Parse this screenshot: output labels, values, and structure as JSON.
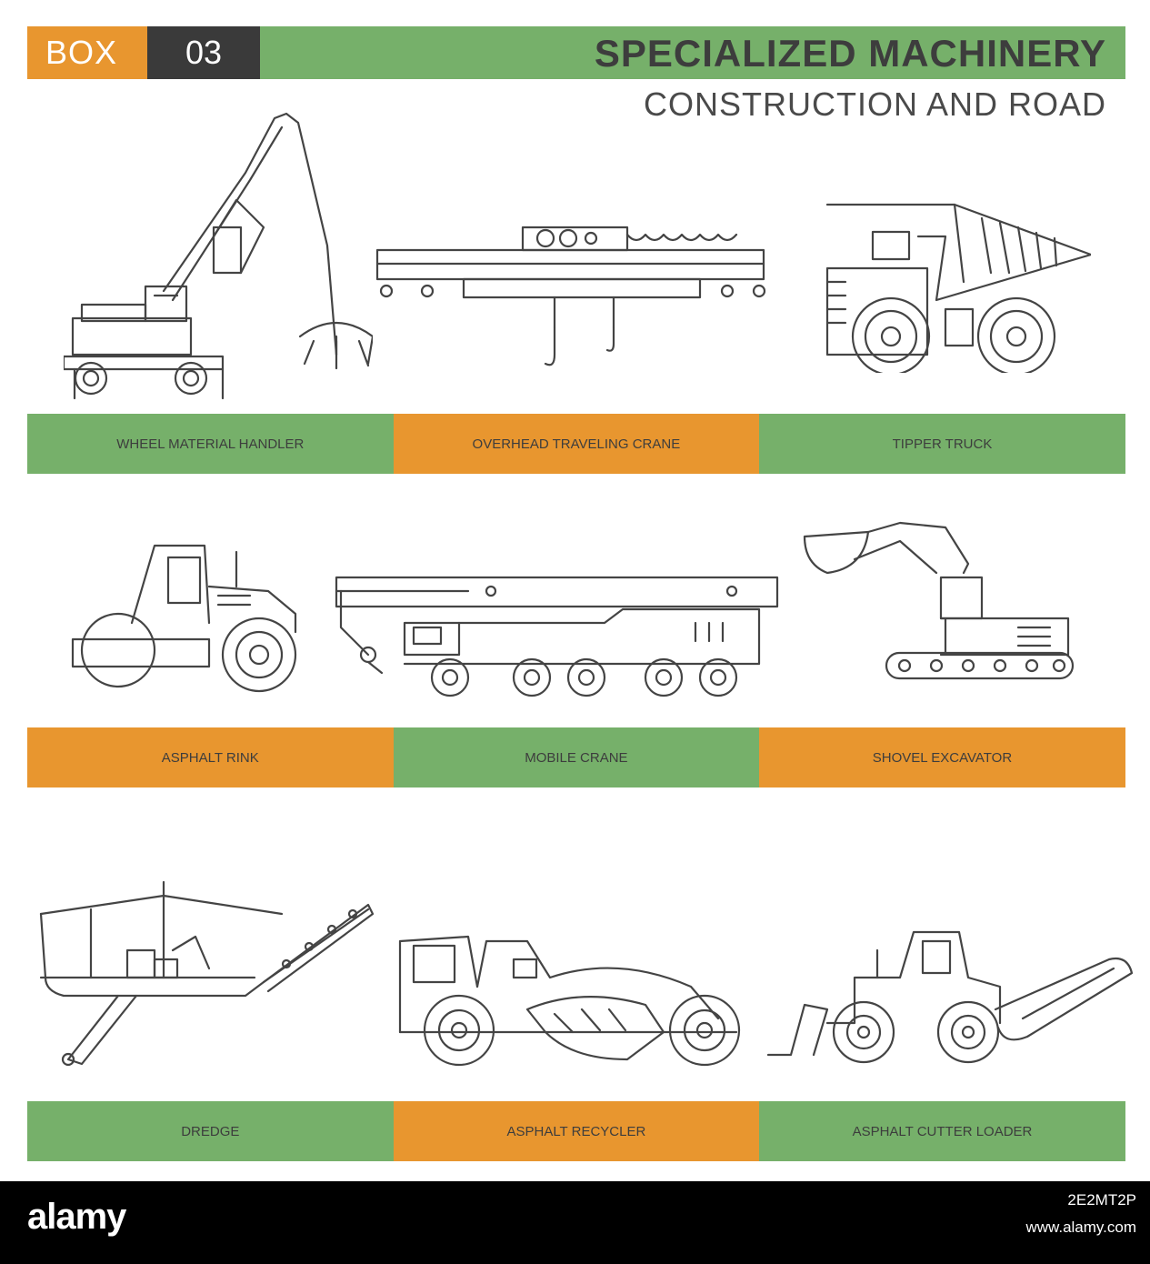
{
  "header": {
    "box_label": "BOX",
    "box_number": "03",
    "title": "SPECIALIZED MACHINERY",
    "subtitle": "CONSTRUCTION AND ROAD"
  },
  "rows": [
    {
      "labels": [
        "WHEEL MATERIAL HANDLER",
        "OVERHEAD TRAVELING CRANE",
        "TIPPER TRUCK"
      ]
    },
    {
      "labels": [
        "ASPHALT RINK",
        "MOBILE CRANE",
        "SHOVEL EXCAVATOR"
      ]
    },
    {
      "labels": [
        "DREDGE",
        "ASPHALT RECYCLER",
        "ASPHALT CUTTER LOADER"
      ]
    }
  ],
  "colors": {
    "green": "#76b06a",
    "orange": "#e8962f",
    "dark": "#3a3a3a",
    "line": "#444444"
  },
  "footer": {
    "logo": "alamy",
    "image_id": "2E2MT2P",
    "url": "www.alamy.com"
  }
}
